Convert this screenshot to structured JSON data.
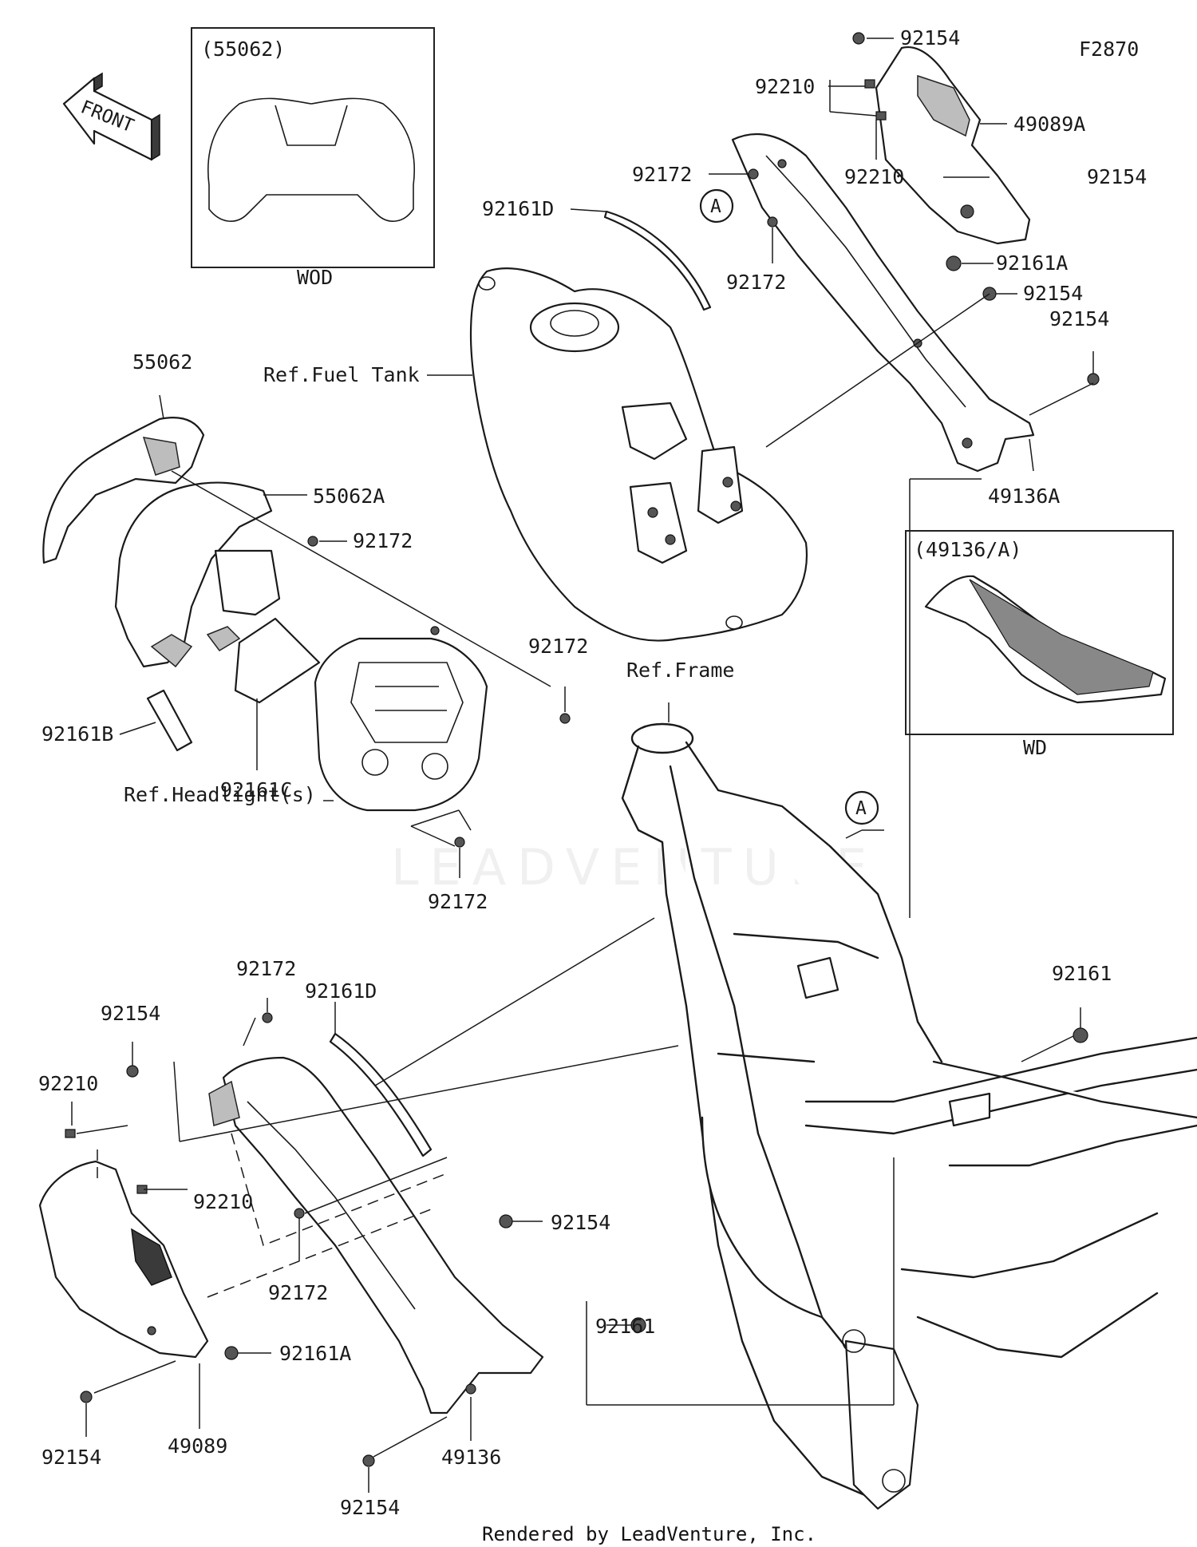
{
  "figure_code": "F2870",
  "front_label": "FRONT",
  "watermark": "LEADVENTURE",
  "footer": "Rendered by LeadVenture, Inc.",
  "inset_wod": {
    "header": "(55062)",
    "caption": "WOD"
  },
  "inset_wd": {
    "header": "(49136/A)",
    "caption": "WD"
  },
  "callout_a": "A",
  "labels": {
    "p92154_top": "92154",
    "p92210_top": "92210",
    "p49089A": "49089A",
    "p92172_top": "92172",
    "p92210_mid": "92210",
    "p92154_r1": "92154",
    "p92161D_top": "92161D",
    "p92172_mid": "92172",
    "p92161A_top": "92161A",
    "p92154_r2": "92154",
    "p92154_r3": "92154",
    "ref_fuel_tank": "Ref.Fuel Tank",
    "p49136A": "49136A",
    "p55062": "55062",
    "p55062A": "55062A",
    "p92172_hl": "92172",
    "p92172_hr": "92172",
    "ref_frame": "Ref.Frame",
    "p92161B": "92161B",
    "p92161C": "92161C",
    "ref_headlight": "Ref.Headlight(s)",
    "p92172_hb": "92172",
    "p92172_l": "92172",
    "p92161D_low": "92161D",
    "p92154_l1": "92154",
    "p92161_r": "92161",
    "p92210_l": "92210",
    "p92210_l2": "92210",
    "p92154_l2": "92154",
    "p92172_l2": "92172",
    "p92161A_low": "92161A",
    "p92161_low": "92161",
    "p92154_l3": "92154",
    "p49089": "49089",
    "p92154_l4": "92154",
    "p49136": "49136"
  }
}
